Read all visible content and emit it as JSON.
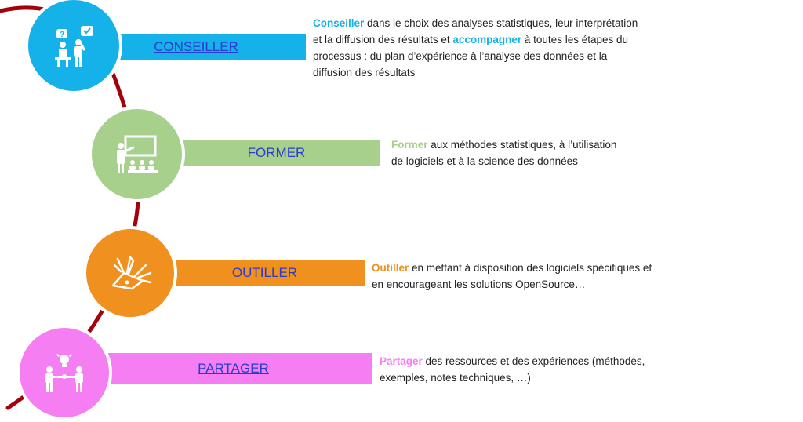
{
  "items": [
    {
      "label": "CONSEILLER",
      "color": "#15b2ea",
      "icon": "consulting-people-icon",
      "desc_lines": [
        [
          {
            "t": "Conseiller",
            "kw": true
          },
          {
            "t": " dans le choix des analyses statistiques, leur interprétation"
          }
        ],
        [
          {
            "t": "et la diffusion des résultats et "
          },
          {
            "t": "accompagner",
            "kw": true
          },
          {
            "t": " à toutes les étapes  du"
          }
        ],
        [
          {
            "t": "processus : du plan d’expérience à l’analyse des données et la"
          }
        ],
        [
          {
            "t": "diffusion des résultats"
          }
        ]
      ]
    },
    {
      "label": "FORMER",
      "color": "#a7d08c",
      "icon": "teacher-classroom-icon",
      "desc_lines": [
        [
          {
            "t": "Former",
            "kw": true
          },
          {
            "t": " aux méthodes statistiques, à l’utilisation"
          }
        ],
        [
          {
            "t": "de logiciels et à la science des données"
          }
        ]
      ]
    },
    {
      "label": "OUTILLER",
      "color": "#f0901e",
      "icon": "swiss-army-knife-icon",
      "desc_lines": [
        [
          {
            "t": "Outiller",
            "kw": true
          },
          {
            "t": " en mettant à disposition des logiciels spécifiques et"
          }
        ],
        [
          {
            "t": "en encourageant les solutions OpenSource…"
          }
        ]
      ]
    },
    {
      "label": "PARTAGER",
      "color": "#f57ff2",
      "icon": "sharing-idea-icon",
      "desc_lines": [
        [
          {
            "t": "Partager",
            "kw": true
          },
          {
            "t": " des ressources et des expériences (méthodes,"
          }
        ],
        [
          {
            "t": "exemples, notes techniques, …)"
          }
        ]
      ]
    }
  ],
  "curve_color": "#a3000d"
}
